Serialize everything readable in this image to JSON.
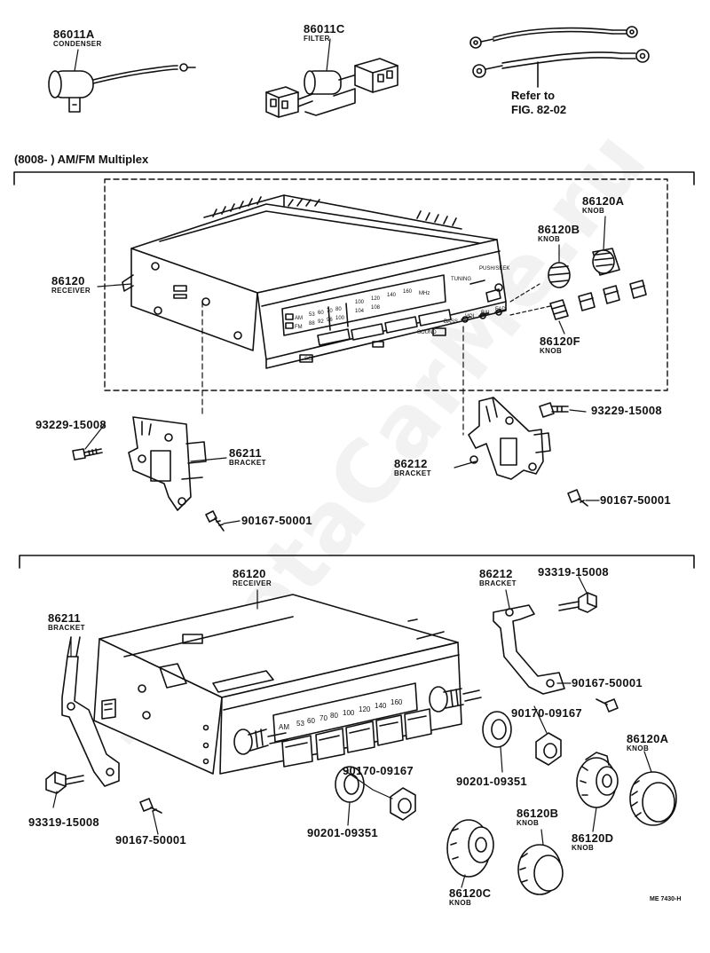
{
  "header": {
    "section_title": "(8008-        ) AM/FM Multiplex"
  },
  "note": {
    "refer_line1": "Refer to",
    "refer_line2": "FIG. 82-02"
  },
  "watermark": "ToyotaCarMe.ru",
  "diagram_code": "ME 7430-H",
  "top_parts": {
    "condenser": {
      "number": "86011A",
      "name": "CONDENSER"
    },
    "filter": {
      "number": "86011C",
      "name": "FILTER"
    }
  },
  "upper_group": {
    "receiver": {
      "number": "86120",
      "name": "RECEIVER"
    },
    "knob_a": {
      "number": "86120A",
      "name": "KNOB"
    },
    "knob_b": {
      "number": "86120B",
      "name": "KNOB"
    },
    "knob_f": {
      "number": "86120F",
      "name": "KNOB"
    },
    "bracket_l": {
      "number": "86211",
      "name": "BRACKET"
    },
    "bracket_r": {
      "number": "86212",
      "name": "BRACKET"
    },
    "screw_l": "93229-15008",
    "screw_r": "93229-15008",
    "tap_l": "90167-50001",
    "tap_r": "90167-50001"
  },
  "lower_group": {
    "receiver": {
      "number": "86120",
      "name": "RECEIVER"
    },
    "bracket_l": {
      "number": "86211",
      "name": "BRACKET"
    },
    "bracket_r": {
      "number": "86212",
      "name": "BRACKET"
    },
    "bolt_r": "93319-15008",
    "bolt_l": "93319-15008",
    "tap_r": "90167-50001",
    "tap_l": "90167-50001",
    "nut_r": "90170-09167",
    "nut_l": "90170-09167",
    "washer_r": "90201-09351",
    "washer_l": "90201-09351",
    "knob_a": {
      "number": "86120A",
      "name": "KNOB"
    },
    "knob_b": {
      "number": "86120B",
      "name": "KNOB"
    },
    "knob_c": {
      "number": "86120C",
      "name": "KNOB"
    },
    "knob_d": {
      "number": "86120D",
      "name": "KNOB"
    }
  },
  "panel_upper": {
    "tuning": "TUNING",
    "push_seek": "PUSH/SEEK",
    "bands": [
      "AM",
      "FM"
    ],
    "mark_so": "SO",
    "freq_rows": [
      [
        "53",
        "60",
        "70",
        "80"
      ],
      [
        "88",
        "92",
        "96",
        "100"
      ],
      [
        "100",
        "120",
        "140",
        "160"
      ],
      [
        "104",
        "108",
        "MHz"
      ]
    ],
    "sound": "SOUND",
    "bass": "BASS",
    "vol": "VOL",
    "bal": "BAL",
    "fad": "FAD"
  },
  "panel_lower": {
    "am": "AM",
    "freq": [
      "53",
      "60",
      "70",
      "80",
      "100",
      "120",
      "140",
      "160"
    ]
  }
}
